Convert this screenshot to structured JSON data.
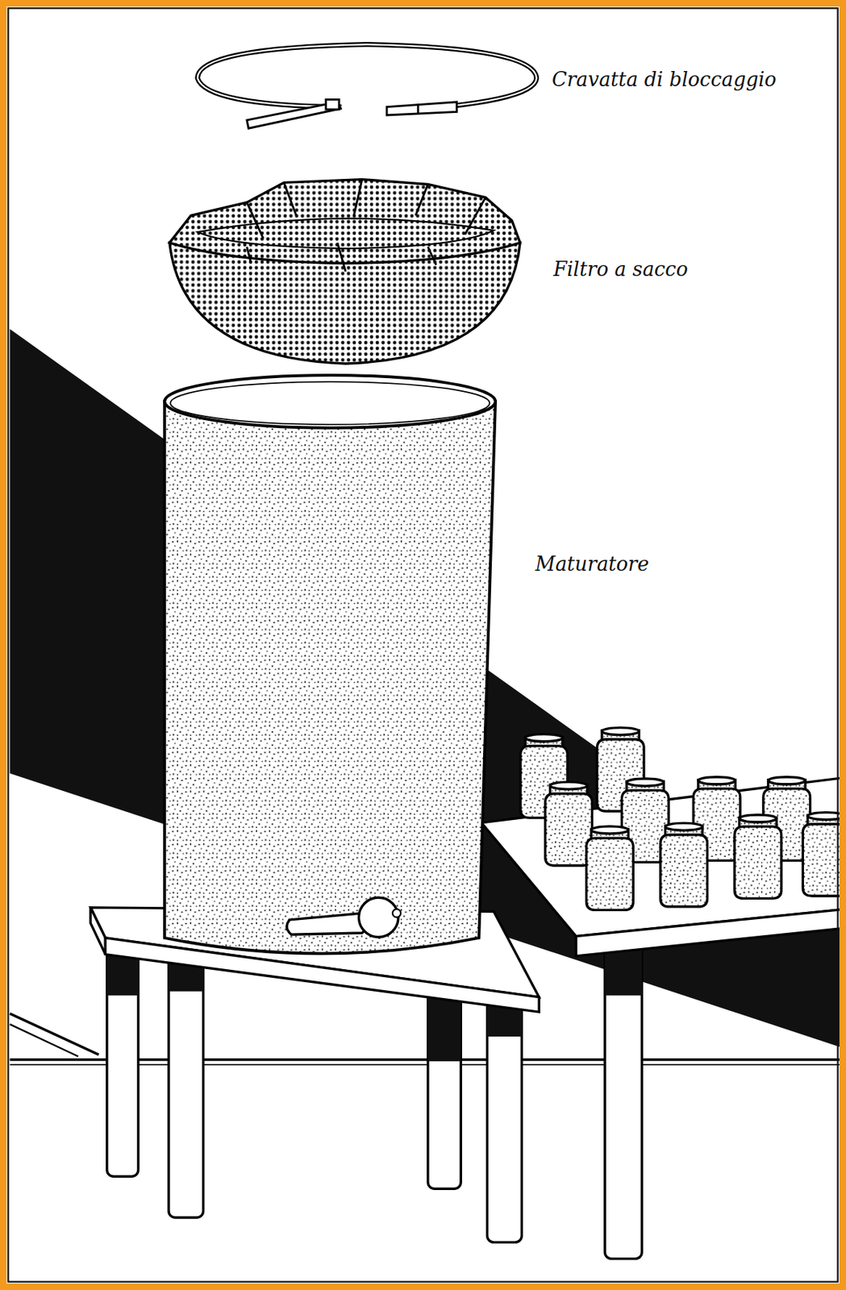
{
  "diagram": {
    "labels": [
      "Cravatta di bloccaggio",
      "Filtro a sacco",
      "Maturatore"
    ]
  }
}
